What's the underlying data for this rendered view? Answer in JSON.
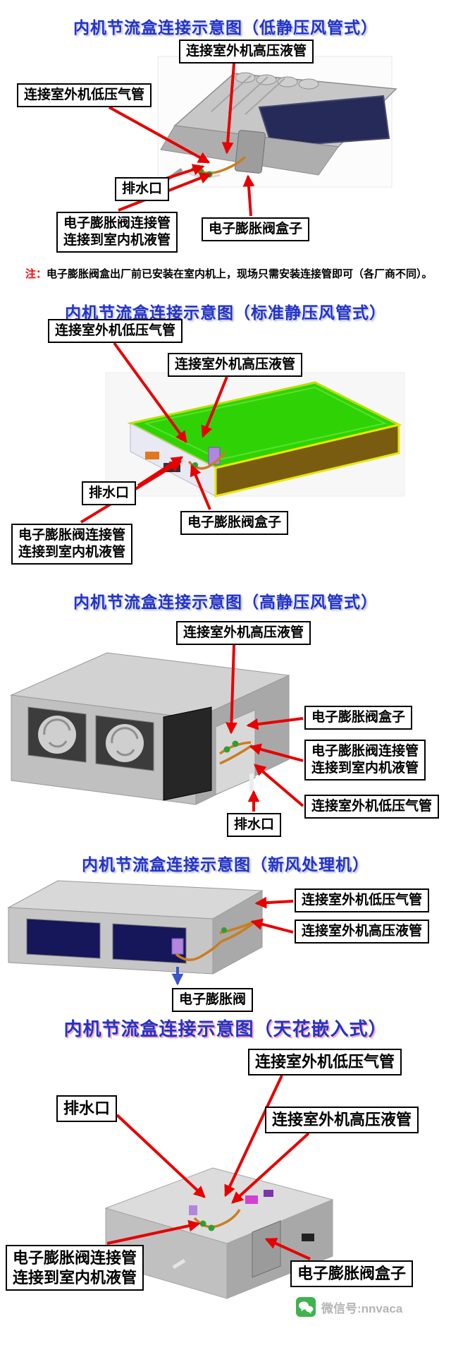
{
  "page": {
    "background": "#ffffff",
    "title_color": "#2333c7",
    "arrow_color": "#e60000",
    "label_border_color": "#000000"
  },
  "sections": [
    {
      "title": "内机节流盒连接示意图（低静压风管式）",
      "labels": {
        "high_liquid": "连接室外机高压液管",
        "low_gas": "连接室外机低压气管",
        "drain": "排水口",
        "eev_pipe1": "电子膨胀阀连接管",
        "eev_pipe2": "连接到室内机液管",
        "eev_box": "电子膨胀阀盒子"
      },
      "note_prefix": "注：",
      "note_text": "电子膨胀阀盒出厂前已安装在室内机上，现场只需安装连接管即可（各厂商不同）。"
    },
    {
      "title": "内机节流盒连接示意图（标准静压风管式）",
      "labels": {
        "high_liquid": "连接室外机高压液管",
        "low_gas": "连接室外机低压气管",
        "drain": "排水口",
        "eev_pipe1": "电子膨胀阀连接管",
        "eev_pipe2": "连接到室内机液管",
        "eev_box": "电子膨胀阀盒子"
      }
    },
    {
      "title": "内机节流盒连接示意图（高静压风管式）",
      "labels": {
        "high_liquid": "连接室外机高压液管",
        "low_gas": "连接室外机低压气管",
        "drain": "排水口",
        "eev_pipe1": "电子膨胀阀连接管",
        "eev_pipe2": "连接到室内机液管",
        "eev_box": "电子膨胀阀盒子"
      }
    },
    {
      "title": "内机节流盒连接示意图（新风处理机）",
      "labels": {
        "low_gas": "连接室外机低压气管",
        "high_liquid": "连接室外机高压液管",
        "eev": "电子膨胀阀"
      }
    },
    {
      "title": "内机节流盒连接示意图（天花嵌入式）",
      "labels": {
        "high_liquid": "连接室外机高压液管",
        "low_gas": "连接室外机低压气管",
        "drain": "排水口",
        "eev_pipe1": "电子膨胀阀连接管",
        "eev_pipe2": "连接到室内机液管",
        "eev_box": "电子膨胀阀盒子"
      }
    }
  ],
  "footer": {
    "wechat": "微信号:nnvaca"
  }
}
